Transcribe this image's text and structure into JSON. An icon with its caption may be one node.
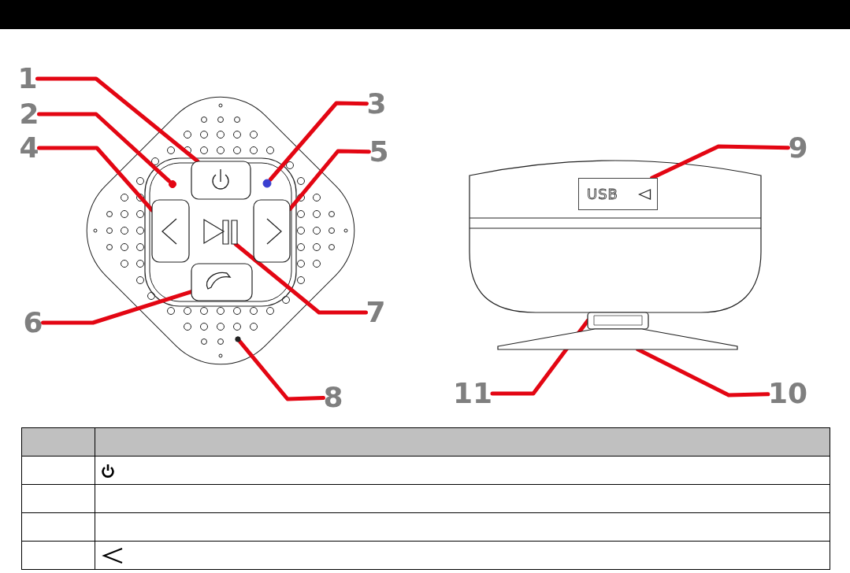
{
  "diagram": {
    "nodes": [
      {
        "text": [
          "1"
        ]
      },
      {
        "text": [
          "2"
        ]
      },
      {
        "text": [
          "3"
        ]
      },
      {
        "text": [
          "4"
        ]
      },
      {
        "text": [
          "5"
        ]
      },
      {
        "text": [
          "6"
        ]
      },
      {
        "text": [
          "7"
        ]
      },
      {
        "text": [
          "8"
        ]
      },
      {
        "text": [
          "9"
        ]
      },
      {
        "text": [
          "11"
        ]
      },
      {
        "text": [
          "10"
        ]
      },
      {
        "text": [],
        "shape": "box"
      },
      {
        "text": [],
        "shape": "circle"
      },
      {
        "text": [],
        "shape": "circle"
      },
      {
        "text": [],
        "shape": "box"
      },
      {
        "text": [],
        "shape": "box"
      },
      {
        "text": [],
        "shape": "box"
      },
      {
        "text": [],
        "shape": "picture"
      },
      {
        "text": [],
        "shape": "circle"
      },
      {
        "text": [
          "USB"
        ]
      },
      {
        "text": [],
        "shape": "box"
      },
      {
        "text": [],
        "shape": "picture"
      }
    ],
    "edges": [
      {
        "from": 0,
        "to": 11,
        "arrow": "none"
      },
      {
        "from": 1,
        "to": 12,
        "arrow": "none"
      },
      {
        "from": 2,
        "to": 13,
        "arrow": "none"
      },
      {
        "from": 3,
        "to": 14,
        "arrow": "none"
      },
      {
        "from": 4,
        "to": 15,
        "arrow": "none"
      },
      {
        "from": 5,
        "to": 16,
        "arrow": "none"
      },
      {
        "from": 6,
        "to": 17,
        "arrow": "none"
      },
      {
        "from": 7,
        "to": 18,
        "arrow": "none"
      },
      {
        "from": 8,
        "to": 19,
        "arrow": "none"
      },
      {
        "from": 9,
        "to": 20,
        "arrow": "none"
      },
      {
        "from": 10,
        "to": 21,
        "arrow": "none"
      }
    ]
  }
}
